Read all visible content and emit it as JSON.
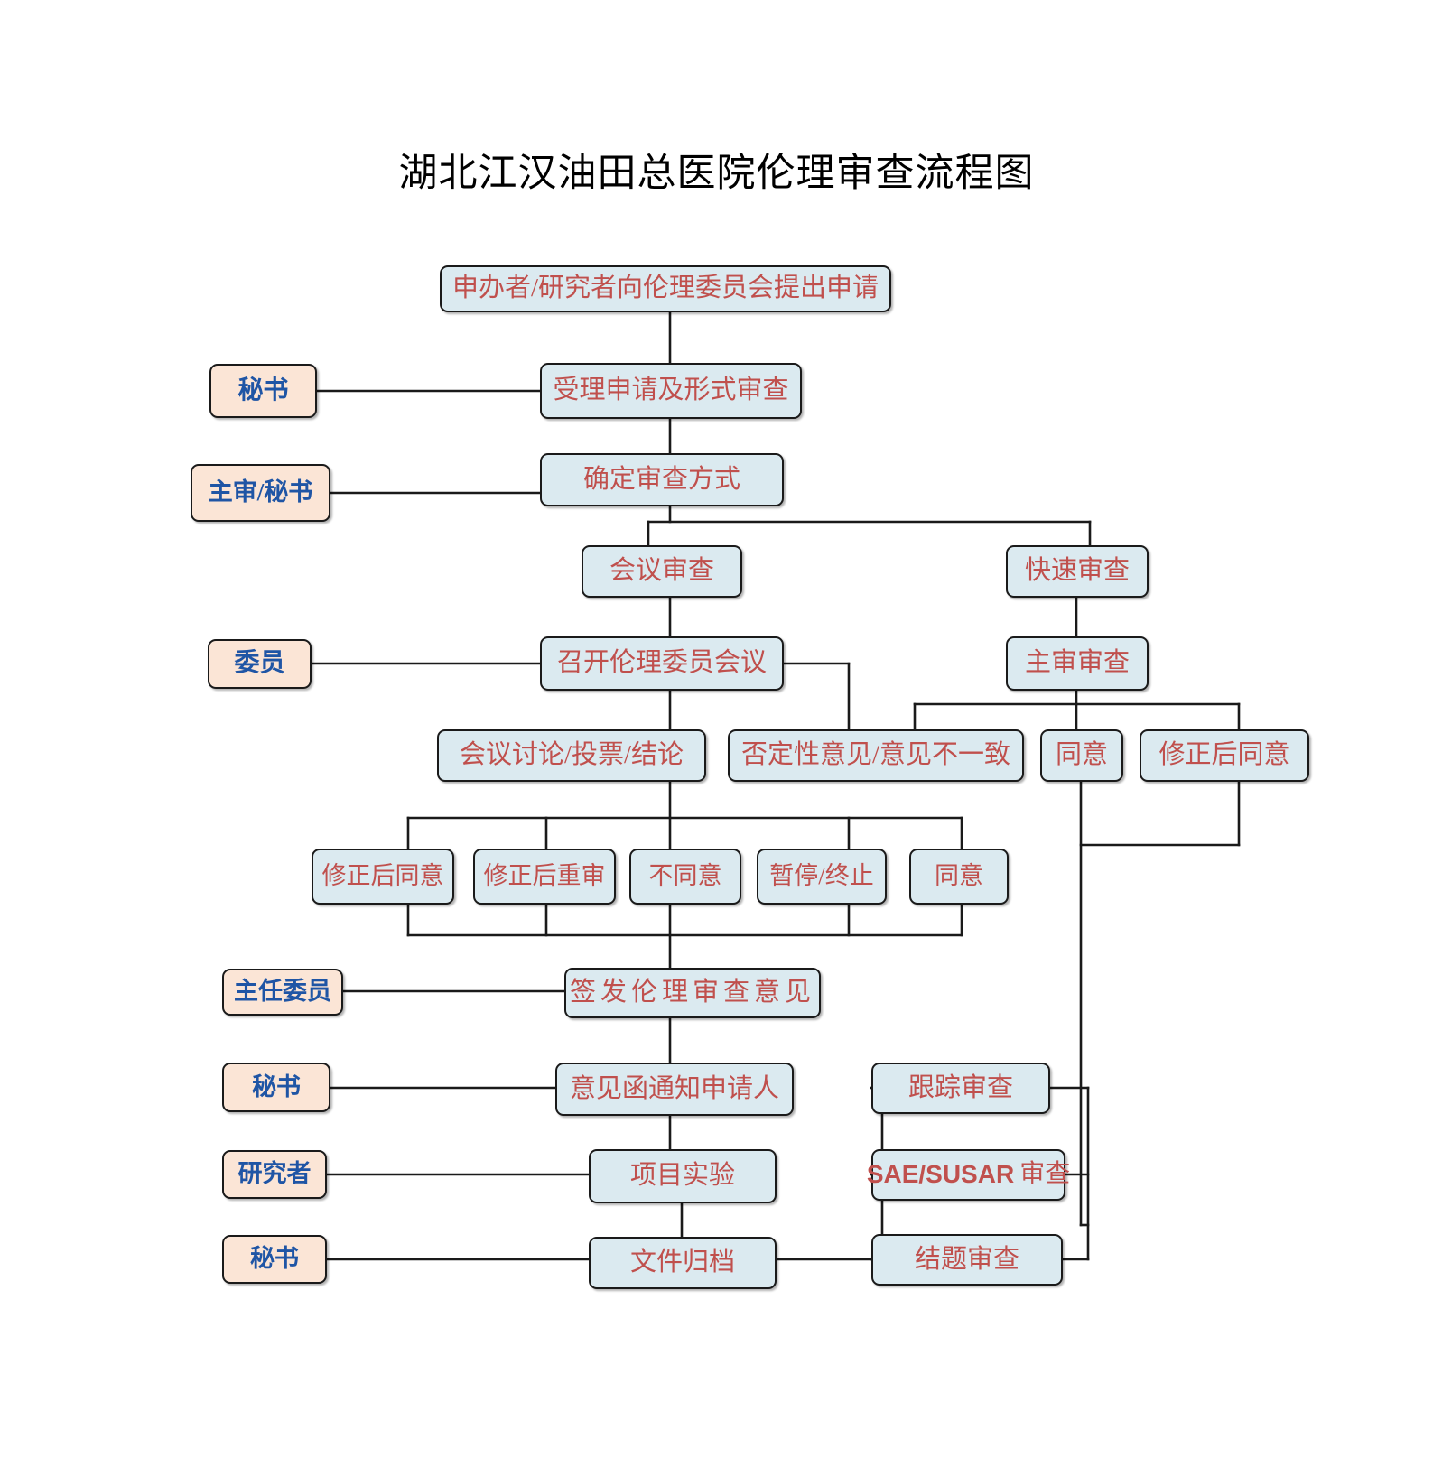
{
  "title": "湖北江汉油田总医院伦理审查流程图",
  "theme": {
    "process_fill": "#dbeaf0",
    "process_text": "#c0504d",
    "role_fill": "#fbe5d6",
    "role_text": "#1f55a5",
    "border": "#1a1a1a",
    "background": "#ffffff"
  },
  "roles": [
    {
      "id": "role-secretary-1",
      "label": "秘书"
    },
    {
      "id": "role-chair-secretary",
      "label": "主审/秘书"
    },
    {
      "id": "role-member",
      "label": "委员"
    },
    {
      "id": "role-director-member",
      "label": "主任委员"
    },
    {
      "id": "role-secretary-2",
      "label": "秘书"
    },
    {
      "id": "role-investigator",
      "label": "研究者"
    },
    {
      "id": "role-secretary-3",
      "label": "秘书"
    }
  ],
  "process": [
    {
      "id": "apply",
      "label": "申办者/研究者向伦理委员会提出申请"
    },
    {
      "id": "accept-formal-review",
      "label": "受理申请及形式审查"
    },
    {
      "id": "determine-review-type",
      "label": "确定审查方式"
    },
    {
      "id": "meeting-review",
      "label": "会议审查"
    },
    {
      "id": "expedited-review",
      "label": "快速审查"
    },
    {
      "id": "convene-committee-meeting",
      "label": "召开伦理委员会议"
    },
    {
      "id": "primary-reviewer-review",
      "label": "主审审查"
    },
    {
      "id": "meeting-discussion-vote-conclusion",
      "label": "会议讨论/投票/结论"
    },
    {
      "id": "negative-or-divergent-opinion",
      "label": "否定性意见/意见不一致"
    },
    {
      "id": "expedited-approve",
      "label": "同意"
    },
    {
      "id": "expedited-approve-after-revision",
      "label": "修正后同意"
    },
    {
      "id": "outcome-approve-after-revision",
      "label": "修正后同意"
    },
    {
      "id": "outcome-re-review-after-revision",
      "label": "修正后重审"
    },
    {
      "id": "outcome-disapprove",
      "label": "不同意"
    },
    {
      "id": "outcome-suspend-terminate",
      "label": "暂停/终止"
    },
    {
      "id": "outcome-approve",
      "label": "同意"
    },
    {
      "id": "issue-ethics-opinion",
      "label": "签发伦理审查意见"
    },
    {
      "id": "notify-applicant-letter",
      "label": "意见函通知申请人"
    },
    {
      "id": "project-trial",
      "label": "项目实验"
    },
    {
      "id": "file-archive",
      "label": "文件归档"
    },
    {
      "id": "follow-up-review",
      "label": "跟踪审查"
    },
    {
      "id": "sae-susar-review",
      "label": "SAE/SUSAR 审查"
    },
    {
      "id": "sae-susar-abbrev",
      "label": "SAE/SUSAR"
    },
    {
      "id": "sae-susar-suffix",
      "label": "审查"
    },
    {
      "id": "completion-review",
      "label": "结题审查"
    }
  ]
}
